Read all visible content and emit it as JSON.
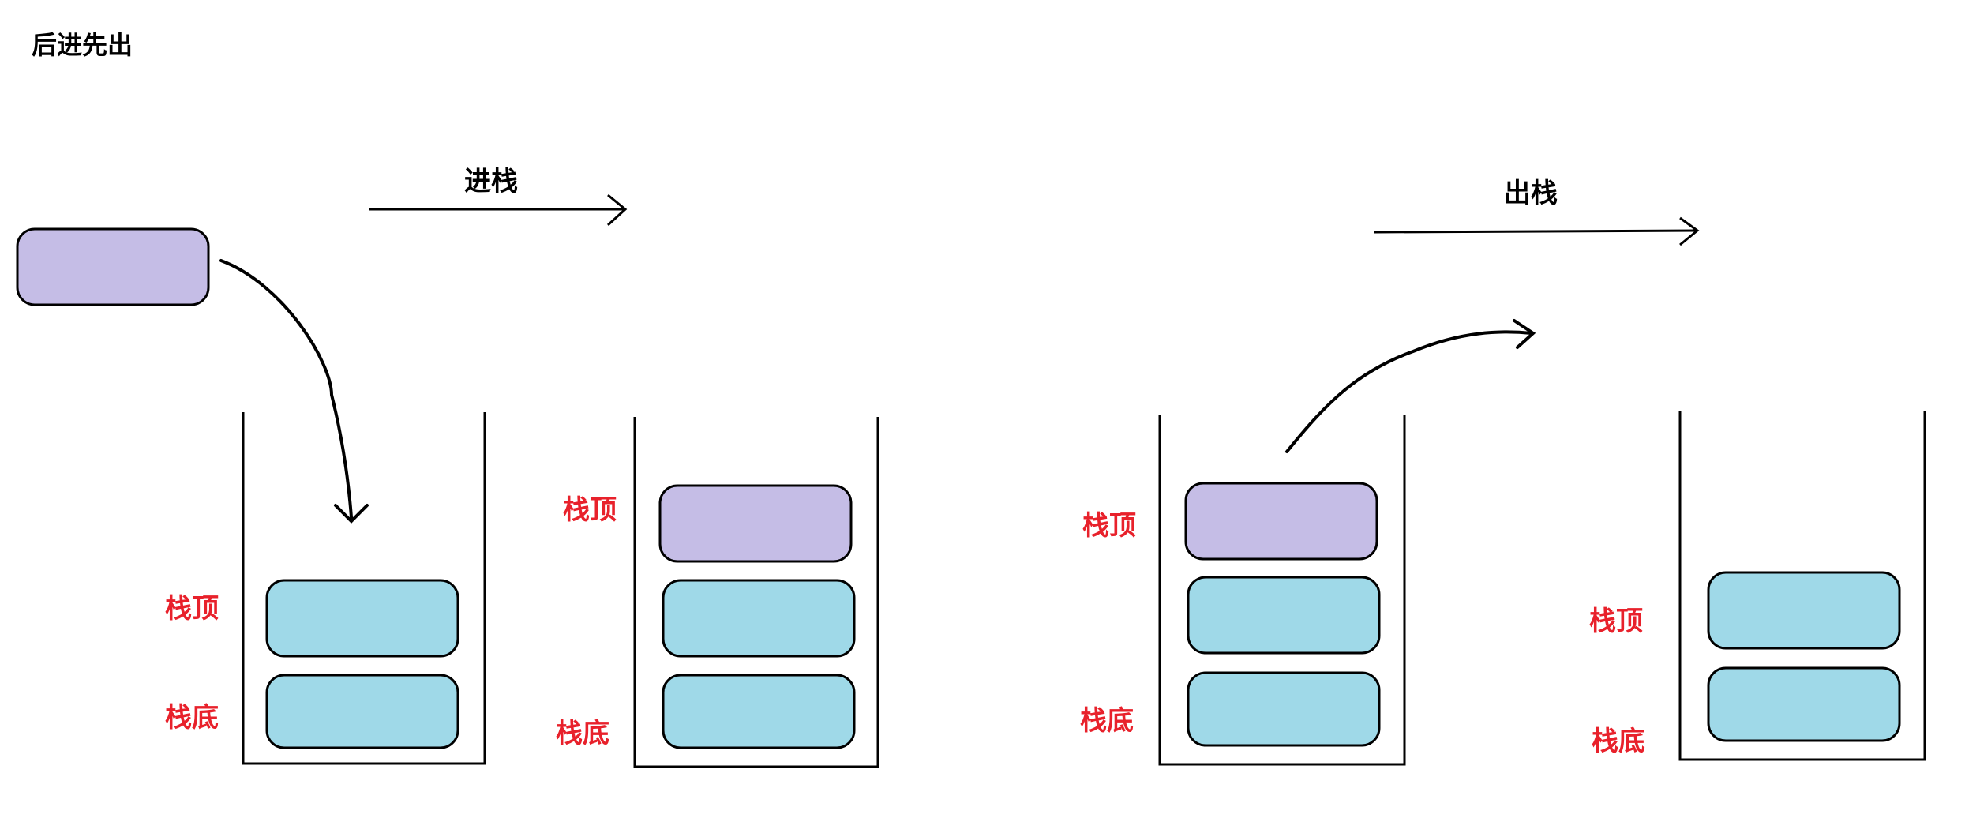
{
  "title": "后进先出",
  "arrows": {
    "push_label": "进栈",
    "pop_label": "出栈"
  },
  "stack_labels": {
    "top": "栈顶",
    "bottom": "栈底"
  },
  "colors": {
    "pushed_element": "#c5bde6",
    "stack_element": "#9fd9e8",
    "label": "#e8212b",
    "stroke": "#000000"
  },
  "stacks": [
    {
      "elements": [
        "stack_element",
        "stack_element"
      ]
    },
    {
      "elements": [
        "pushed_element",
        "stack_element",
        "stack_element"
      ]
    },
    {
      "elements": [
        "pushed_element",
        "stack_element",
        "stack_element"
      ]
    },
    {
      "elements": [
        "stack_element",
        "stack_element"
      ]
    }
  ]
}
